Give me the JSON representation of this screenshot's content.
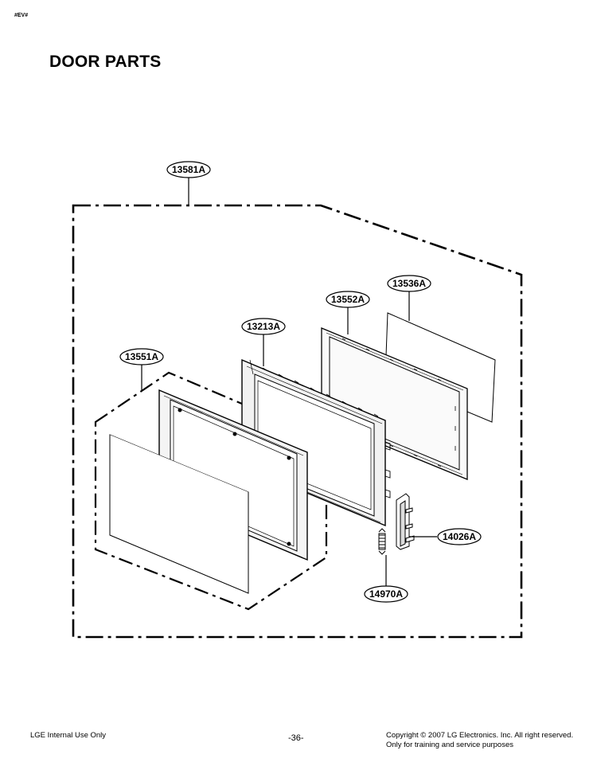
{
  "header_tag": "#EV#",
  "title": "DOOR PARTS",
  "parts": [
    {
      "id": "assembly",
      "label": "13581A"
    },
    {
      "id": "panel-front",
      "label": "13551A"
    },
    {
      "id": "door-frame",
      "label": "13213A"
    },
    {
      "id": "choke-frame",
      "label": "13552A"
    },
    {
      "id": "glass-screen",
      "label": "13536A"
    },
    {
      "id": "latch-lever",
      "label": "14026A"
    },
    {
      "id": "spring",
      "label": "14970A"
    }
  ],
  "footer": {
    "left": "LGE Internal Use Only",
    "page": "-36-",
    "copyright": "Copyright © 2007 LG Electronics. Inc. All right reserved.",
    "purpose": "Only for training and service purposes"
  }
}
